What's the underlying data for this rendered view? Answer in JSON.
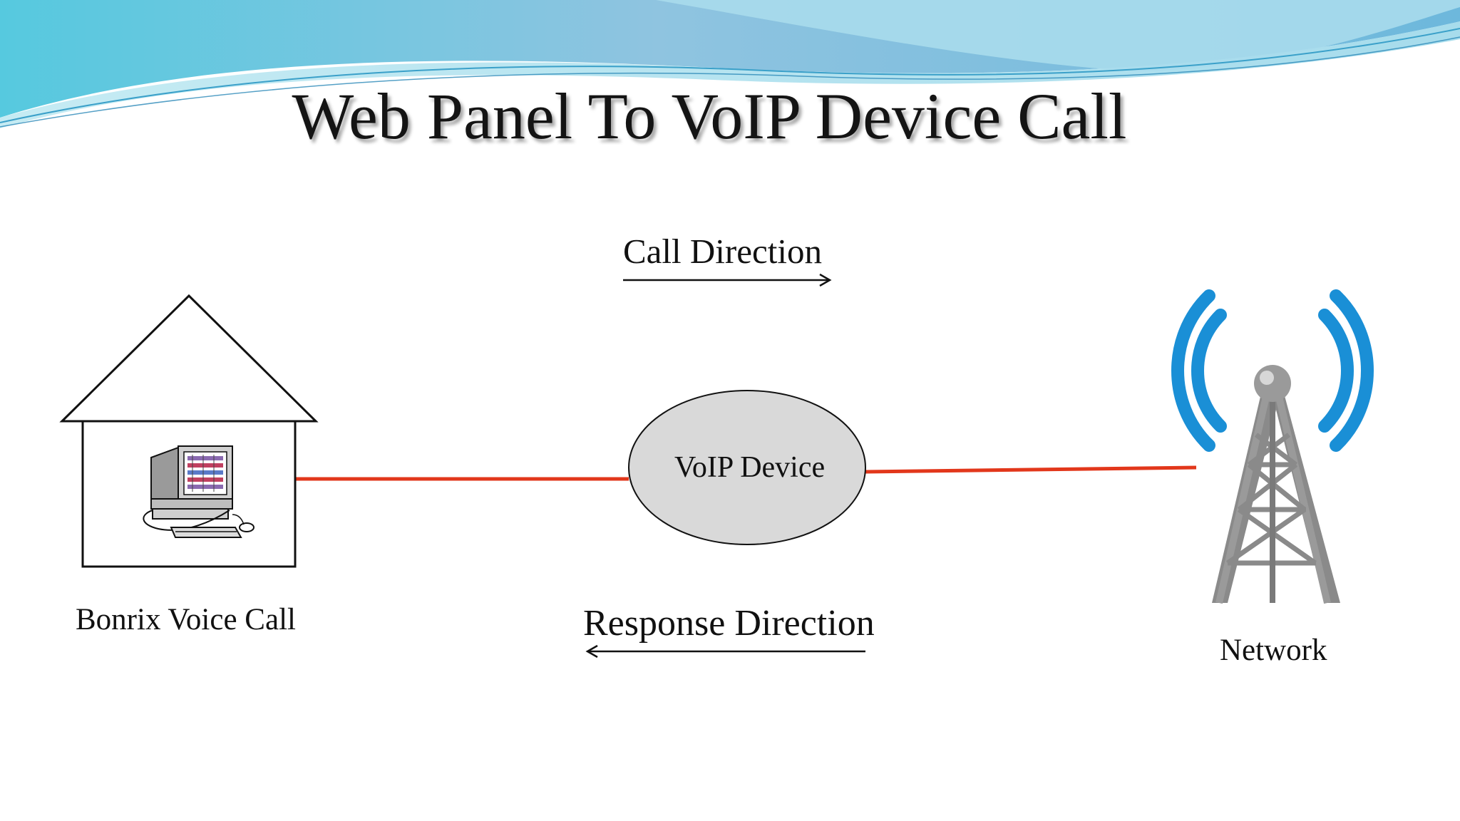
{
  "slide": {
    "title": "Web Panel To VoIP Device Call"
  },
  "diagram": {
    "call_direction_label": "Call Direction",
    "response_direction_label": "Response Direction",
    "voip_device_label": "VoIP Device",
    "bonrix_label": "Bonrix Voice Call",
    "network_label": "Network"
  },
  "colors": {
    "connector": "#e2371b",
    "tower_waves": "#1a8fd6",
    "tower_metal": "#8a8a8a",
    "device_fill": "#d9d9d9",
    "header_wave": "#7cc8e6"
  },
  "icons": {
    "computer": "computer-icon",
    "house": "house-icon",
    "tower": "radio-tower-icon",
    "arrow_right": "arrow-right-icon",
    "arrow_left": "arrow-left-icon"
  }
}
